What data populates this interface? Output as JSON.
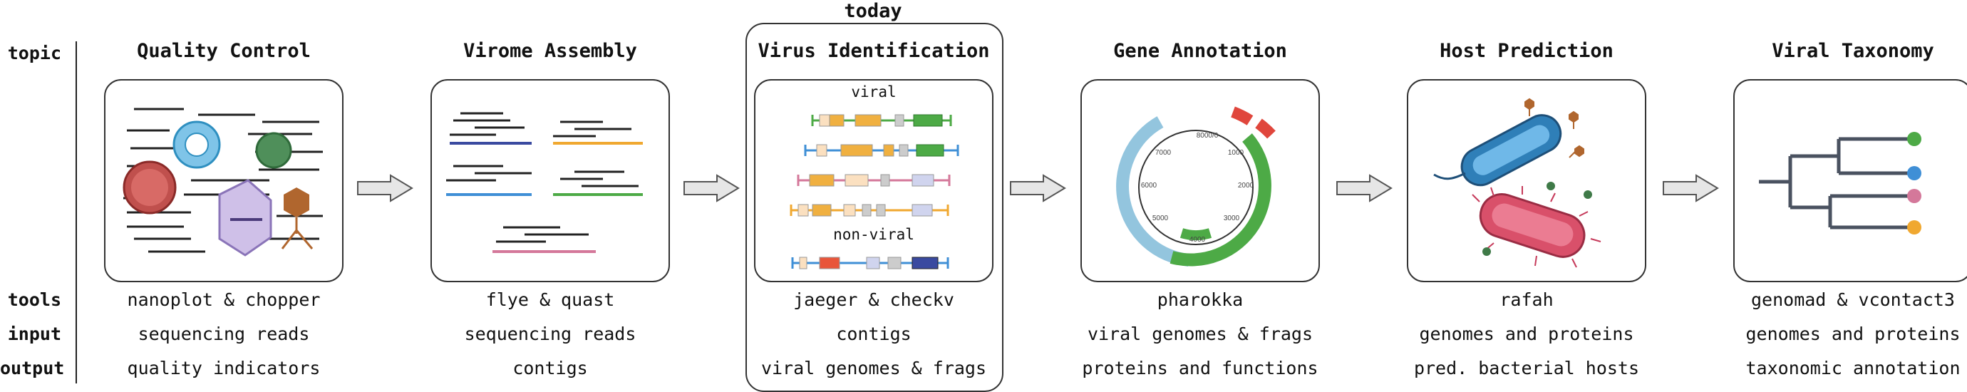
{
  "row_labels": {
    "topic": "topic",
    "tools": "tools",
    "input": "input",
    "output": "output"
  },
  "highlight_label": "today",
  "stages": [
    {
      "title": "Quality Control",
      "tools": "nanoplot & chopper",
      "input": "sequencing reads",
      "output": "quality indicators"
    },
    {
      "title": "Virome Assembly",
      "tools": "flye & quast",
      "input": "sequencing reads",
      "output": "contigs"
    },
    {
      "title": "Virus Identification",
      "tools": "jaeger & checkv",
      "input": "contigs",
      "output": "viral genomes & frags",
      "box_labels": {
        "viral": "viral",
        "non_viral": "non-viral"
      }
    },
    {
      "title": "Gene Annotation",
      "tools": "pharokka",
      "input": "viral genomes & frags",
      "output": "proteins and functions",
      "ticks": [
        "8000/0",
        "1000",
        "2000",
        "3000",
        "4000",
        "5000",
        "6000",
        "7000"
      ]
    },
    {
      "title": "Host Prediction",
      "tools": "rafah",
      "input": "genomes and proteins",
      "output": "pred. bacterial hosts"
    },
    {
      "title": "Viral Taxonomy",
      "tools": "genomad & vcontact3",
      "input": "genomes and proteins",
      "output": "taxonomic annotation"
    }
  ],
  "colors": {
    "green": "#4daa46",
    "blue": "#3f8fd6",
    "pink": "#d4789a",
    "orange": "#f0a830",
    "navy": "#3a4aa0",
    "grey": "#cfcfcf"
  }
}
